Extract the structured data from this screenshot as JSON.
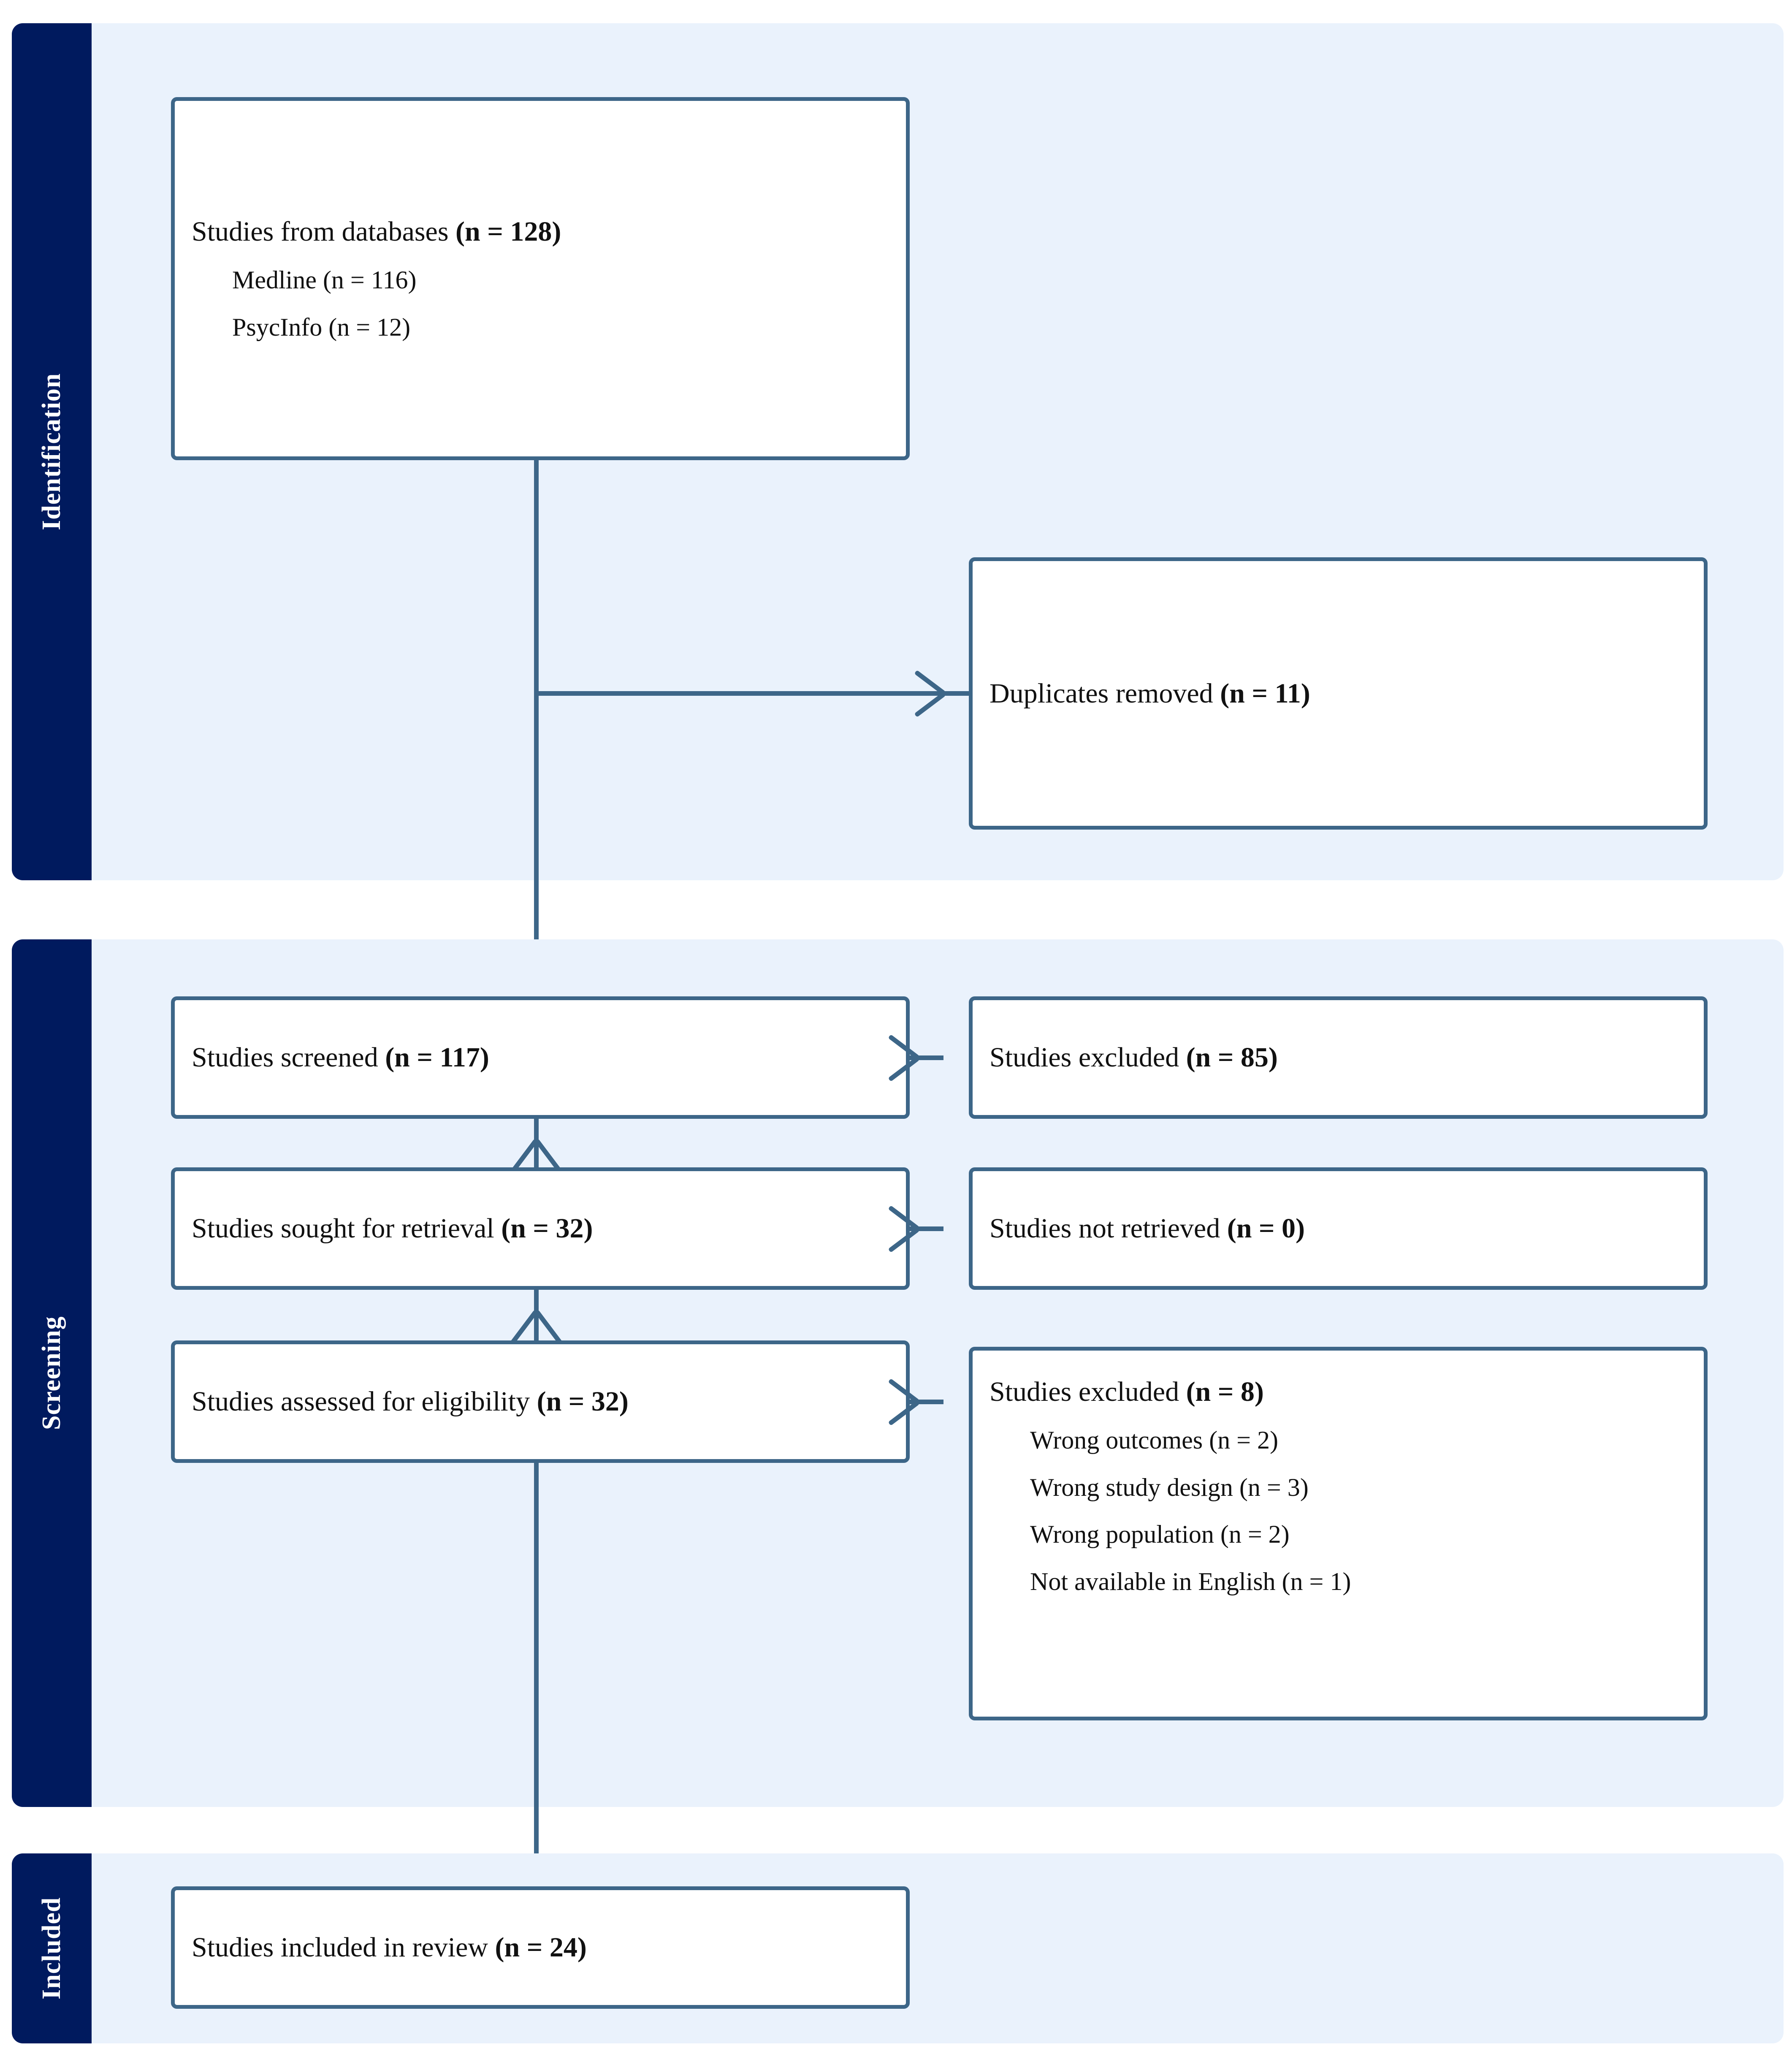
{
  "diagram": {
    "type": "PRISMA flow diagram",
    "accent_border_color": "#3d6688",
    "phase_tab_color": "#001a5e",
    "phase_panel_color": "#eaf2fc"
  },
  "phases": [
    {
      "id": "identification",
      "label": "Identification"
    },
    {
      "id": "screening",
      "label": "Screening"
    },
    {
      "id": "included",
      "label": "Included"
    }
  ],
  "boxes": {
    "databases": {
      "title_text": "Studies from databases ",
      "title_count": "(n = 128)",
      "sub": [
        "Medline (n = 116)",
        "PsycInfo (n = 12)"
      ]
    },
    "duplicates": {
      "title_text": "Duplicates removed ",
      "title_count": "(n = 11)"
    },
    "screened": {
      "title_text": "Studies screened ",
      "title_count": "(n = 117)"
    },
    "excluded_screen": {
      "title_text": "Studies excluded ",
      "title_count": "(n = 85)"
    },
    "sought": {
      "title_text": "Studies sought for retrieval ",
      "title_count": "(n = 32)"
    },
    "not_retrieved": {
      "title_text": "Studies not retrieved ",
      "title_count": "(n = 0)"
    },
    "assessed": {
      "title_text": "Studies assessed for eligibility ",
      "title_count": "(n = 32)"
    },
    "excluded_eligibility": {
      "title_text": "Studies excluded ",
      "title_count": "(n = 8)",
      "sub": [
        "Wrong outcomes (n = 2)",
        "Wrong study design (n = 3)",
        "Wrong population (n = 2)",
        "Not available in English (n = 1)"
      ]
    },
    "included": {
      "title_text": "Studies included in review ",
      "title_count": "(n = 24)"
    }
  },
  "chart_data": {
    "type": "table",
    "title": "PRISMA 2020 flow diagram",
    "nodes": [
      {
        "phase": "Identification",
        "label": "Studies from databases",
        "n": 128,
        "breakdown": [
          {
            "label": "Medline",
            "n": 116
          },
          {
            "label": "PsycInfo",
            "n": 12
          }
        ]
      },
      {
        "phase": "Identification",
        "label": "Duplicates removed",
        "n": 11
      },
      {
        "phase": "Screening",
        "label": "Studies screened",
        "n": 117
      },
      {
        "phase": "Screening",
        "label": "Studies excluded",
        "n": 85
      },
      {
        "phase": "Screening",
        "label": "Studies sought for retrieval",
        "n": 32
      },
      {
        "phase": "Screening",
        "label": "Studies not retrieved",
        "n": 0
      },
      {
        "phase": "Screening",
        "label": "Studies assessed for eligibility",
        "n": 32
      },
      {
        "phase": "Screening",
        "label": "Studies excluded",
        "n": 8,
        "breakdown": [
          {
            "label": "Wrong outcomes",
            "n": 2
          },
          {
            "label": "Wrong study design",
            "n": 3
          },
          {
            "label": "Wrong population",
            "n": 2
          },
          {
            "label": "Not available in English",
            "n": 1
          }
        ]
      },
      {
        "phase": "Included",
        "label": "Studies included in review",
        "n": 24
      }
    ]
  }
}
